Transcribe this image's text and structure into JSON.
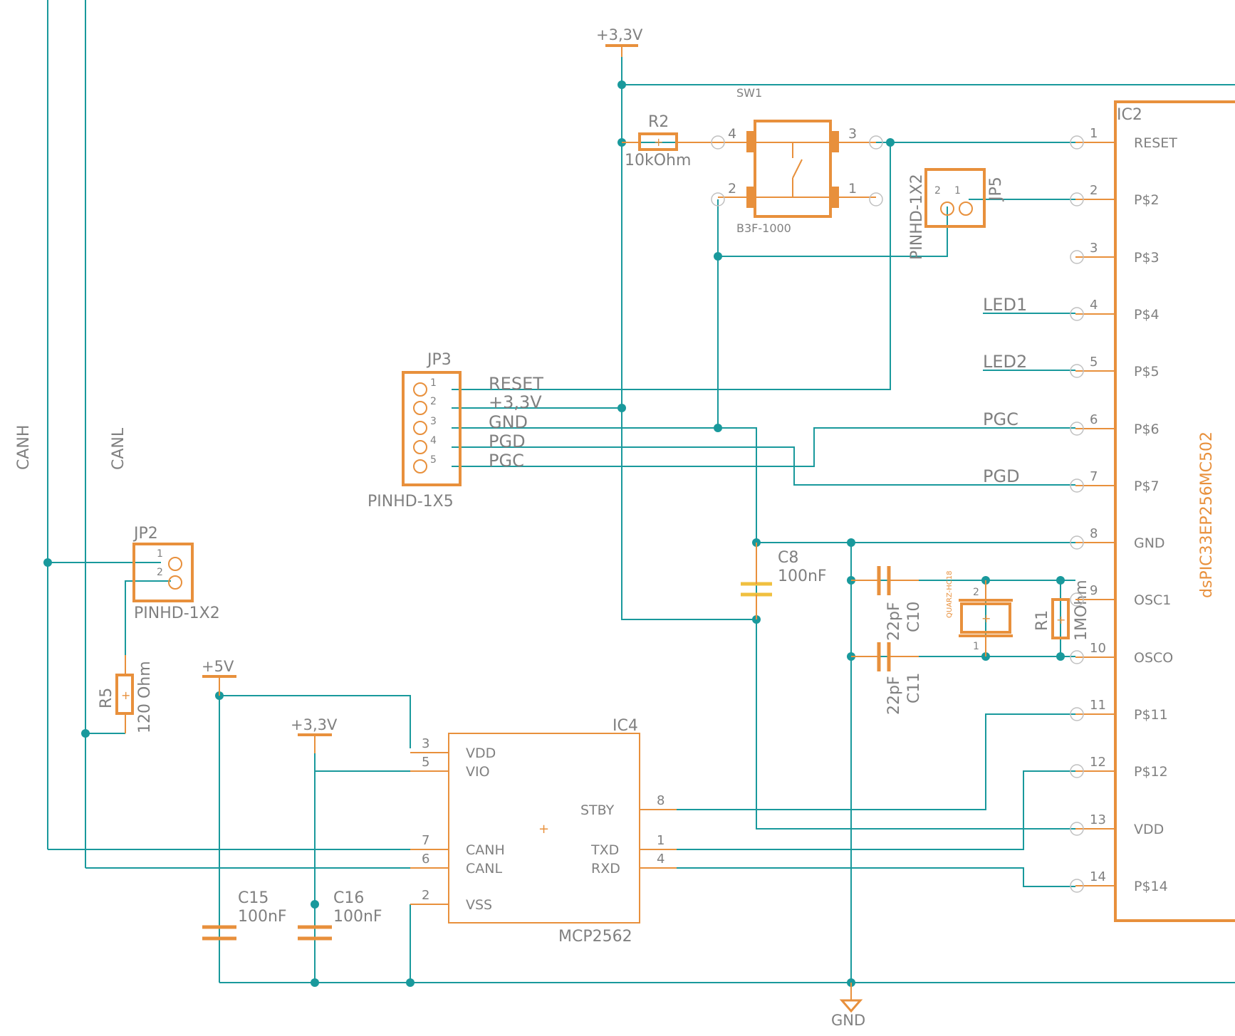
{
  "colors": {
    "wire": "#19999c",
    "part": "#e8903c",
    "label": "#808080",
    "background": "#ffffff"
  },
  "nets": {
    "canh": "CANH",
    "canl": "CANL",
    "led1": "LED1",
    "led2": "LED2",
    "pgc": "PGC",
    "pgd": "PGD"
  },
  "supplies": {
    "v33_top": "+3,3V",
    "v5": "+5V",
    "v33_bottom": "+3,3V",
    "gnd": "GND"
  },
  "sw1": {
    "name": "SW1",
    "value": "B3F-1000",
    "pin1": "1",
    "pin2": "2",
    "pin3": "3",
    "pin4": "4"
  },
  "r2": {
    "name": "R2",
    "value": "10kOhm"
  },
  "jp5": {
    "name": "JP5",
    "value": "PINHD-1X2",
    "pin1": "1",
    "pin2": "2"
  },
  "jp3": {
    "name": "JP3",
    "value": "PINHD-1X5",
    "pins": [
      "1",
      "2",
      "3",
      "4",
      "5"
    ],
    "signals": [
      "RESET",
      "+3,3V",
      "GND",
      "PGD",
      "PGC"
    ]
  },
  "jp2": {
    "name": "JP2",
    "value": "PINHD-1X2",
    "pin1": "1",
    "pin2": "2"
  },
  "r5": {
    "name": "R5",
    "value": "120 Ohm"
  },
  "c8": {
    "name": "C8",
    "value": "100nF"
  },
  "c10": {
    "name": "C10",
    "value": "22pF"
  },
  "c11": {
    "name": "C11",
    "value": "22pF"
  },
  "q1": {
    "name": "QUARZ-HC18",
    "pin1": "1",
    "pin2": "2"
  },
  "r1": {
    "name": "R1",
    "value": "1MOhm"
  },
  "c15": {
    "name": "C15",
    "value": "100nF"
  },
  "c16": {
    "name": "C16",
    "value": "100nF"
  },
  "ic4": {
    "name": "IC4",
    "value": "MCP2562",
    "left_pins": [
      {
        "n": "3",
        "label": "VDD"
      },
      {
        "n": "5",
        "label": "VIO"
      },
      {
        "n": "7",
        "label": "CANH"
      },
      {
        "n": "6",
        "label": "CANL"
      },
      {
        "n": "2",
        "label": "VSS"
      }
    ],
    "right_pins": [
      {
        "n": "8",
        "label": "STBY"
      },
      {
        "n": "1",
        "label": "TXD"
      },
      {
        "n": "4",
        "label": "RXD"
      }
    ]
  },
  "ic2": {
    "name": "IC2",
    "value": "dsPIC33EP256MC502",
    "pins": [
      {
        "n": "1",
        "label": "RESET"
      },
      {
        "n": "2",
        "label": "P$2"
      },
      {
        "n": "3",
        "label": "P$3"
      },
      {
        "n": "4",
        "label": "P$4"
      },
      {
        "n": "5",
        "label": "P$5"
      },
      {
        "n": "6",
        "label": "P$6"
      },
      {
        "n": "7",
        "label": "P$7"
      },
      {
        "n": "8",
        "label": "GND"
      },
      {
        "n": "9",
        "label": "OSC1"
      },
      {
        "n": "10",
        "label": "OSCO"
      },
      {
        "n": "11",
        "label": "P$11"
      },
      {
        "n": "12",
        "label": "P$12"
      },
      {
        "n": "13",
        "label": "VDD"
      },
      {
        "n": "14",
        "label": "P$14"
      }
    ]
  }
}
